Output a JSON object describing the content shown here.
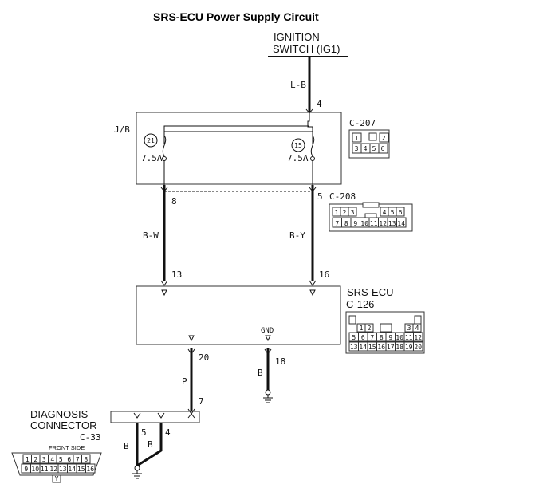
{
  "title": "SRS-ECU Power Supply Circuit",
  "ignition": {
    "line1": "IGNITION",
    "line2": "SWITCH (IG1)"
  },
  "wires": {
    "ig_color": "L-B",
    "left_color": "B-W",
    "right_color": "B-Y",
    "diag_color": "P",
    "gnd_color": "B",
    "diag_gnd_left": "B",
    "diag_gnd_right": "B"
  },
  "pins": {
    "jb_in": "4",
    "jb_left_out": "8",
    "jb_right_out": "5",
    "ecu_left_in": "13",
    "ecu_right_in": "16",
    "ecu_diag": "20",
    "ecu_gnd": "18",
    "diag_in": "7",
    "diag_gnd1": "5",
    "diag_gnd2": "4"
  },
  "jb": {
    "label": "J/B",
    "fuse_left_num": "21",
    "fuse_left_rating": "7.5A",
    "fuse_right_num": "15",
    "fuse_right_rating": "7.5A"
  },
  "connectors": {
    "c207": {
      "name": "C-207",
      "top": [
        "1",
        "2"
      ],
      "bottom": [
        "3",
        "4",
        "5",
        "6"
      ]
    },
    "c208": {
      "name": "C-208",
      "top": [
        "1",
        "2",
        "3",
        "4",
        "5",
        "6"
      ],
      "bottom": [
        "7",
        "8",
        "9",
        "10",
        "11",
        "12",
        "13",
        "14"
      ]
    },
    "c126": {
      "top": [
        "1",
        "2",
        "3",
        "4"
      ],
      "mid": [
        "5",
        "6",
        "7",
        "8",
        "9",
        "10",
        "11",
        "12"
      ],
      "bottom": [
        "13",
        "14",
        "15",
        "16",
        "17",
        "18",
        "19",
        "20"
      ]
    },
    "c33": {
      "top": [
        "1",
        "2",
        "3",
        "4",
        "5",
        "6",
        "7",
        "8"
      ],
      "bottom": [
        "9",
        "10",
        "11",
        "12",
        "13",
        "14",
        "15",
        "16"
      ],
      "key": "Y"
    }
  },
  "ecu": {
    "name": "SRS-ECU",
    "connector": "C-126",
    "gnd": "GND"
  },
  "diagnosis": {
    "line1": "DIAGNOSIS",
    "line2": "CONNECTOR",
    "connector": "C-33",
    "side": "FRONT SIDE"
  }
}
